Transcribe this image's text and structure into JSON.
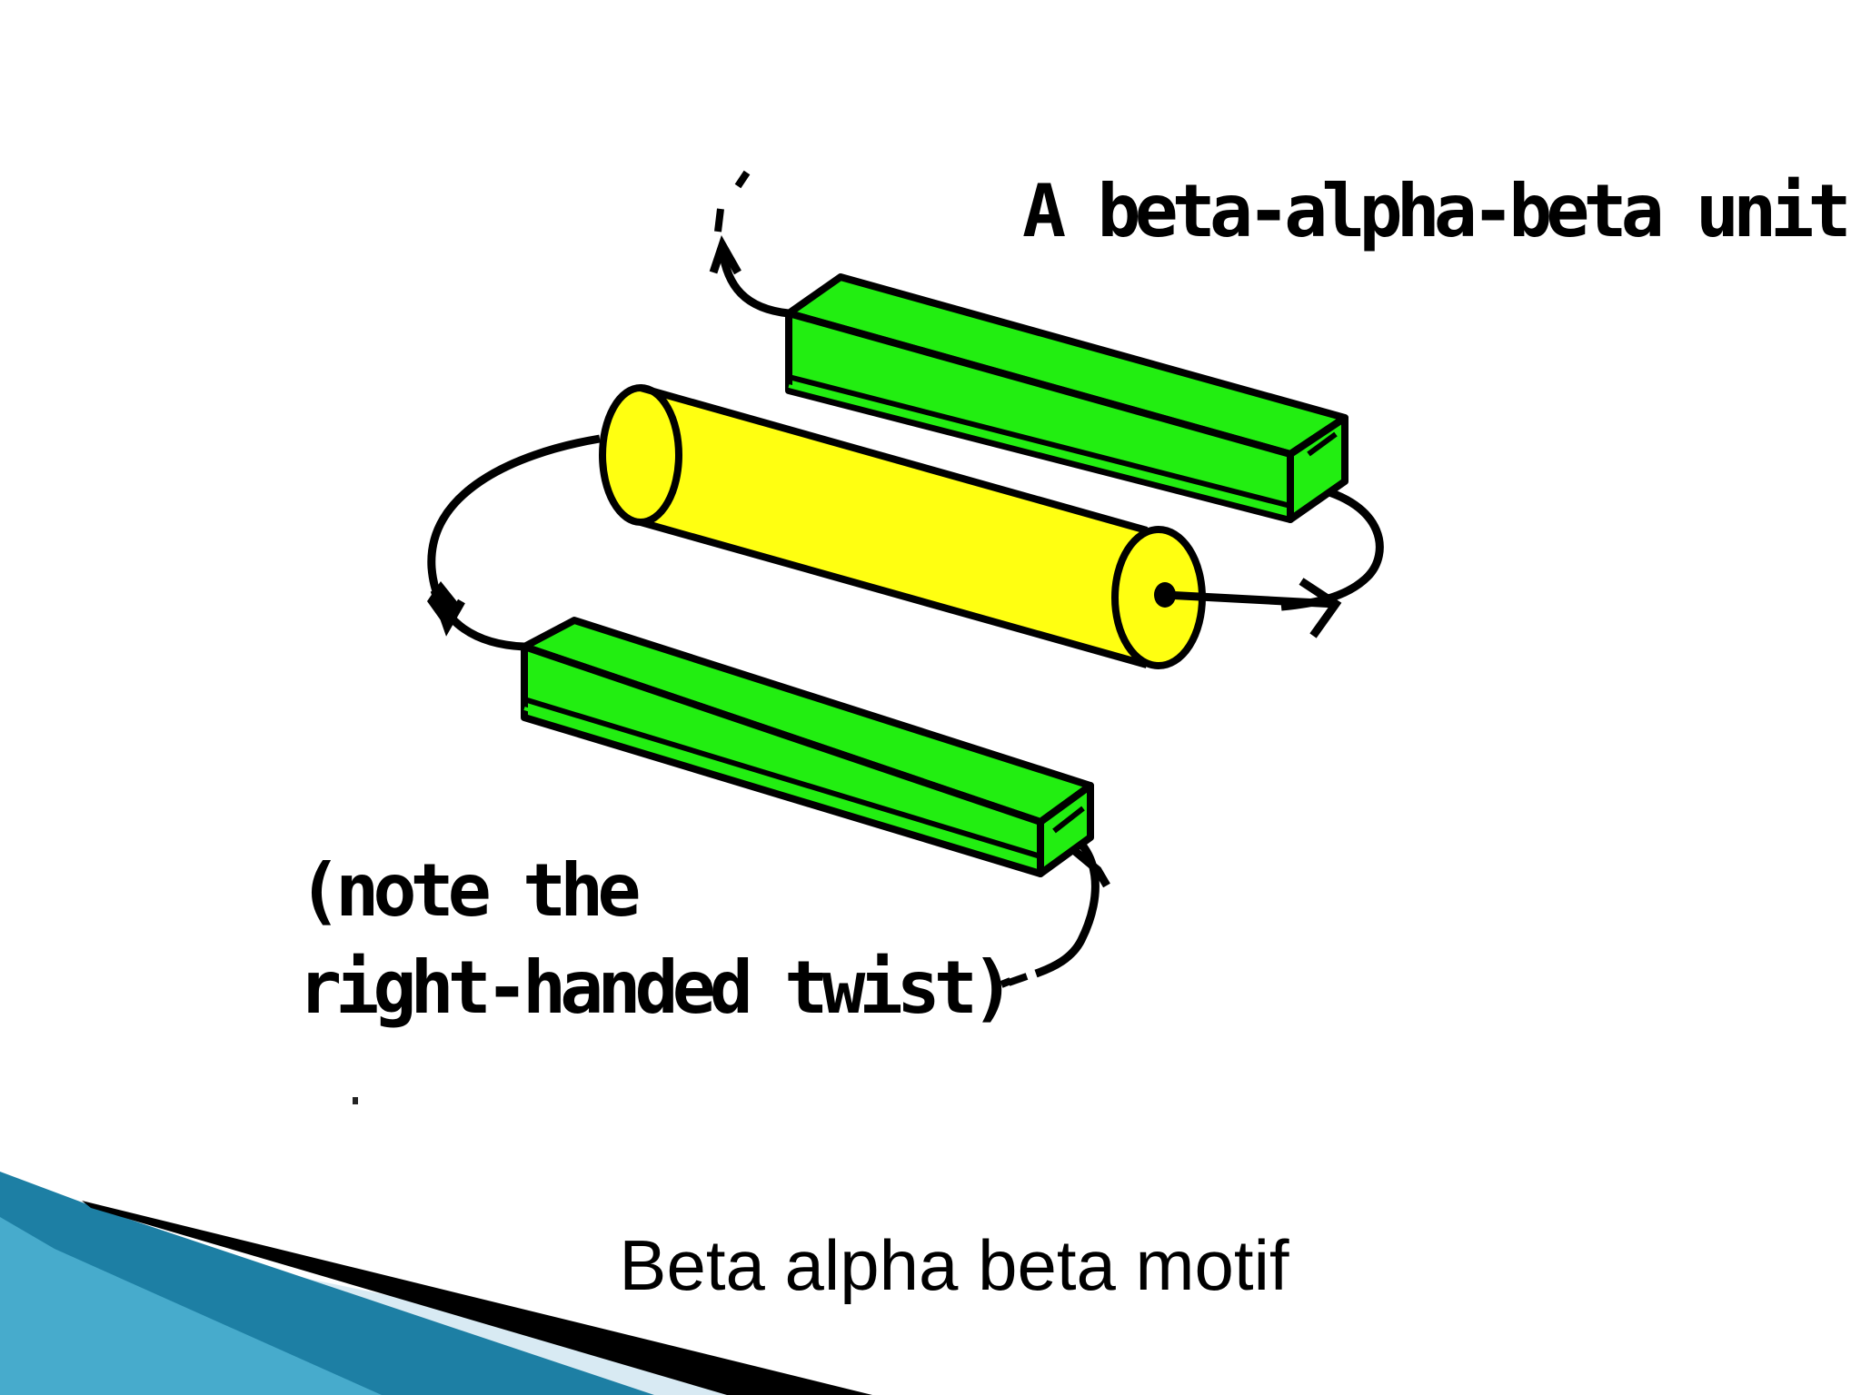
{
  "diagram": {
    "title_label": "A beta-alpha-beta unit",
    "note_line1": "(note the",
    "note_line2": "right-handed twist)",
    "colors": {
      "strand": "#22ee11",
      "helix": "#ffff11",
      "outline": "#000000"
    }
  },
  "slide": {
    "caption": "Beta alpha beta motif",
    "accent_colors": [
      "#0e5e7e",
      "#3aa6c8",
      "#cfe6f0"
    ]
  }
}
